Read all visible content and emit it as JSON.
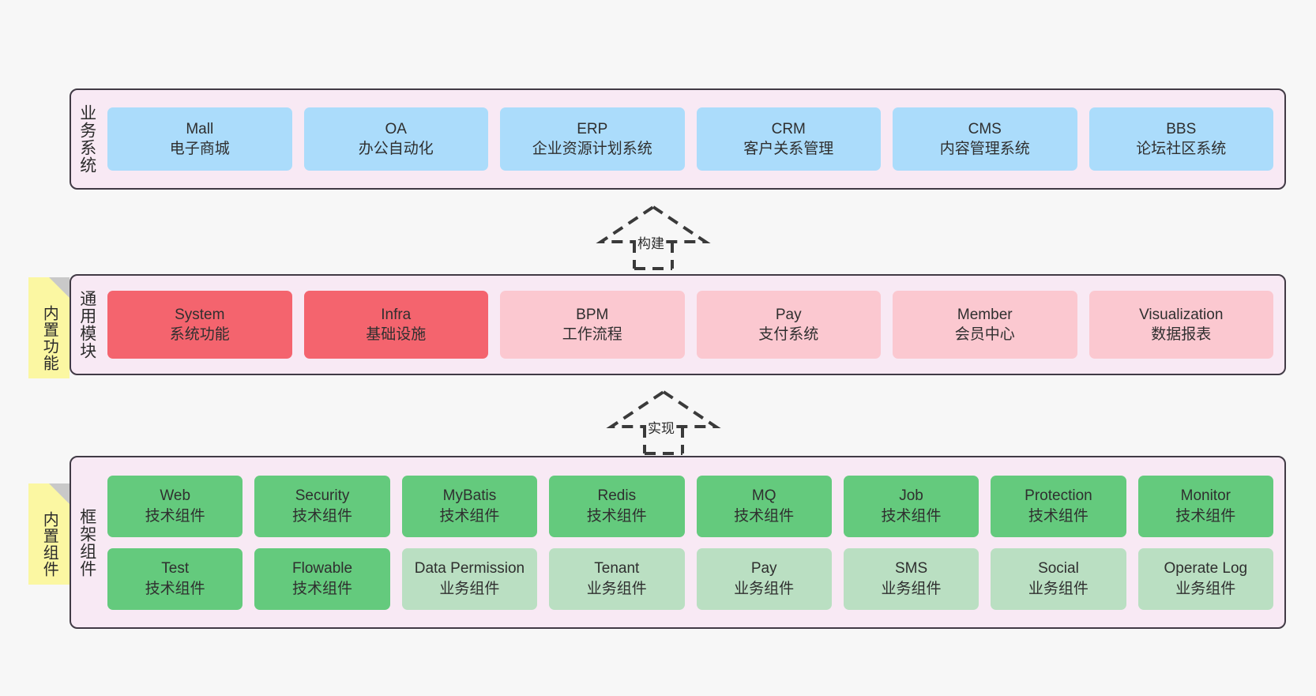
{
  "diagram": {
    "title": "",
    "background": "#f7f7f7",
    "colors": {
      "band_fill": "#f8e9f4",
      "band_border": "#413a45",
      "business": "#abdcfb",
      "module_strong": "#f4646e",
      "module_soft": "#fbc8d0",
      "tech_component": "#64ca7d",
      "biz_component": "#badfc2",
      "note": "#fbf7a2",
      "note_fold": "#c9c9c9"
    }
  },
  "layers": [
    {
      "id": "business-systems",
      "label": "业务系统",
      "cards": [
        {
          "t1": "Mall",
          "t2": "电子商城"
        },
        {
          "t1": "OA",
          "t2": "办公自动化"
        },
        {
          "t1": "ERP",
          "t2": "企业资源计划系统"
        },
        {
          "t1": "CRM",
          "t2": "客户关系管理"
        },
        {
          "t1": "CMS",
          "t2": "内容管理系统"
        },
        {
          "t1": "BBS",
          "t2": "论坛社区系统"
        }
      ]
    },
    {
      "id": "common-modules",
      "label": "通用模块",
      "note": "内置功能",
      "cards": [
        {
          "t1": "System",
          "t2": "系统功能",
          "tone": "strong"
        },
        {
          "t1": "Infra",
          "t2": "基础设施",
          "tone": "strong"
        },
        {
          "t1": "BPM",
          "t2": "工作流程",
          "tone": "soft"
        },
        {
          "t1": "Pay",
          "t2": "支付系统",
          "tone": "soft"
        },
        {
          "t1": "Member",
          "t2": "会员中心",
          "tone": "soft"
        },
        {
          "t1": "Visualization",
          "t2": "数据报表",
          "tone": "soft"
        }
      ]
    },
    {
      "id": "framework-components",
      "label": "框架组件",
      "note": "内置组件",
      "row1": [
        {
          "t1": "Web",
          "t2": "技术组件"
        },
        {
          "t1": "Security",
          "t2": "技术组件"
        },
        {
          "t1": "MyBatis",
          "t2": "技术组件"
        },
        {
          "t1": "Redis",
          "t2": "技术组件"
        },
        {
          "t1": "MQ",
          "t2": "技术组件"
        },
        {
          "t1": "Job",
          "t2": "技术组件"
        },
        {
          "t1": "Protection",
          "t2": "技术组件"
        },
        {
          "t1": "Monitor",
          "t2": "技术组件"
        }
      ],
      "row2": [
        {
          "t1": "Test",
          "t2": "技术组件",
          "tone": "tech"
        },
        {
          "t1": "Flowable",
          "t2": "技术组件",
          "tone": "tech"
        },
        {
          "t1": "Data Permission",
          "t2": "业务组件",
          "tone": "biz",
          "wrap": true
        },
        {
          "t1": "Tenant",
          "t2": "业务组件",
          "tone": "biz"
        },
        {
          "t1": "Pay",
          "t2": "业务组件",
          "tone": "biz"
        },
        {
          "t1": "SMS",
          "t2": "业务组件",
          "tone": "biz"
        },
        {
          "t1": "Social",
          "t2": "业务组件",
          "tone": "biz"
        },
        {
          "t1": "Operate Log",
          "t2": "业务组件",
          "tone": "biz"
        }
      ]
    }
  ],
  "connectors": [
    {
      "id": "build",
      "label": "构建"
    },
    {
      "id": "implement",
      "label": "实现"
    }
  ]
}
